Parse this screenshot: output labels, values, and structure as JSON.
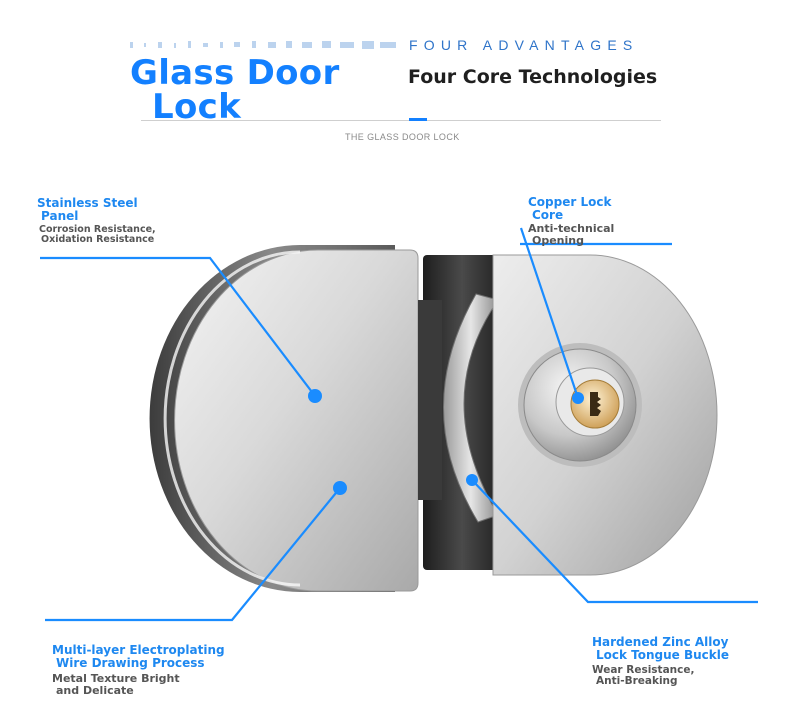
{
  "header": {
    "eyebrow": "FOUR ADVANTAGES",
    "title_line1": "Glass Door",
    "title_line2": "Lock",
    "subtitle": "Four Core Technologies",
    "caption": "THE GLASS DOOR LOCK"
  },
  "callouts": {
    "panel": {
      "title_line1": "Stainless Steel",
      "title_line2": "Panel",
      "sub_line1": "Corrosion Resistance,",
      "sub_line2": "Oxidation Resistance"
    },
    "core": {
      "title_line1": "Copper Lock",
      "title_line2": "Core",
      "sub_line1": "Anti-technical",
      "sub_line2": "Opening"
    },
    "plating": {
      "title_line1": "Multi-layer Electroplating",
      "title_line2": "Wire Drawing Process",
      "sub_line1": "Metal Texture Bright",
      "sub_line2": "and Delicate"
    },
    "buckle": {
      "title_line1": "Hardened Zinc Alloy",
      "title_line2": "Lock Tongue Buckle",
      "sub_line1": "Wear Resistance,",
      "sub_line2": "Anti-Breaking"
    }
  },
  "colors": {
    "accent": "#1380ff",
    "callout": "#1e88f0",
    "text_dark": "#1f1f1f",
    "text_sub": "#555555"
  }
}
